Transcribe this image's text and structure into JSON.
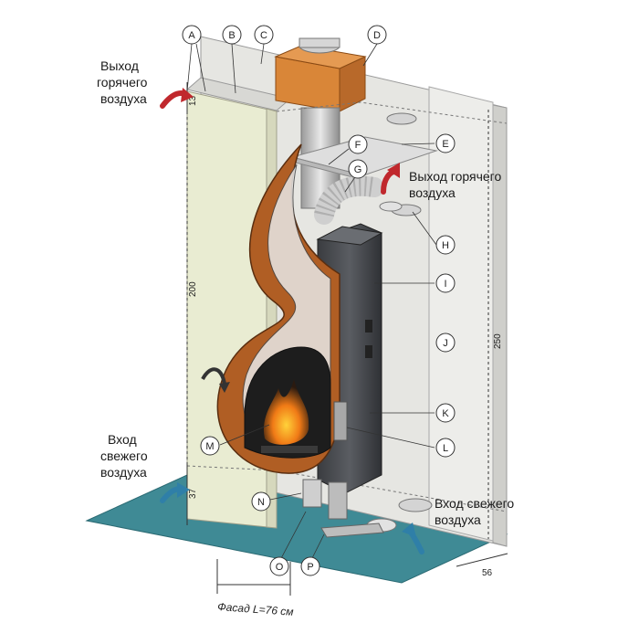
{
  "captions": {
    "hot_air_out_left": [
      "Выход",
      "горячего",
      "воздуха"
    ],
    "hot_air_out_right": [
      "Выход горячего",
      "воздуха"
    ],
    "fresh_air_in_left": [
      "Вход",
      "свежего",
      "воздуха"
    ],
    "fresh_air_in_right": [
      "Вход свежего",
      "воздуха"
    ]
  },
  "dimensions": {
    "top_gap": "13",
    "height_main": "200",
    "bottom_gap": "37",
    "total_height": "250",
    "depth": "56",
    "facade": "Фасад L=76 см"
  },
  "callouts": [
    "A",
    "B",
    "C",
    "D",
    "E",
    "F",
    "G",
    "H",
    "I",
    "J",
    "K",
    "L",
    "M",
    "N",
    "O",
    "P"
  ],
  "colors": {
    "wall": "#e6e6e2",
    "insulation_panel": "#e9ecd2",
    "floor": "#3f8a95",
    "copper": "#b05e24",
    "chimney_box": "#d98638",
    "steel": "#4a4d52",
    "arrow_hot": "#c0282d",
    "arrow_fresh": "#2f7fa8"
  }
}
